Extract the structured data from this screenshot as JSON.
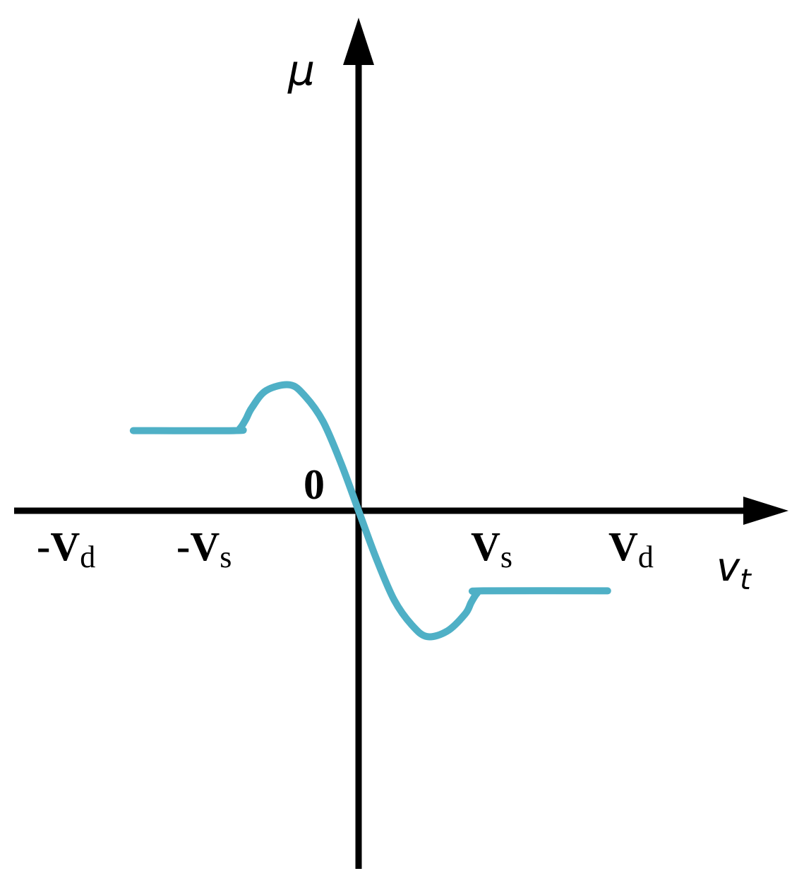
{
  "chart_data": {
    "type": "line",
    "title": "",
    "ylabel": "μ",
    "xlabel": {
      "base": "v",
      "sub": "t"
    },
    "origin_label": "0",
    "grid": false,
    "legend": "none",
    "series_color": "#4fb0c6",
    "axis_color": "#000000",
    "xlim": [
      -1.9,
      2.5
    ],
    "ylim": [
      -2.0,
      2.7
    ],
    "ticks": [
      {
        "id": "neg-vd",
        "x": -1.85,
        "prefix": "-",
        "base": "V",
        "sub": "d"
      },
      {
        "id": "neg-vs",
        "x": -0.9,
        "prefix": "-",
        "base": "V",
        "sub": "s"
      },
      {
        "id": "vs",
        "x": 0.9,
        "prefix": "",
        "base": "V",
        "sub": "s"
      },
      {
        "id": "vd",
        "x": 1.65,
        "prefix": "",
        "base": "V",
        "sub": "d"
      }
    ],
    "series": [
      {
        "x": [
          -1.9,
          -1.05,
          -1.0,
          -0.95,
          -0.9,
          -0.78,
          -0.58,
          -0.45,
          -0.3,
          -0.15,
          0.0,
          0.15,
          0.3,
          0.45,
          0.58,
          0.75,
          0.9,
          0.95,
          1.0,
          1.05,
          2.1
        ],
        "y": [
          0.7,
          0.7,
          0.72,
          0.8,
          0.9,
          1.05,
          1.1,
          1.0,
          0.78,
          0.42,
          0.0,
          -0.42,
          -0.78,
          -1.0,
          -1.1,
          -1.05,
          -0.9,
          -0.8,
          -0.72,
          -0.7,
          -0.7
        ]
      }
    ]
  }
}
